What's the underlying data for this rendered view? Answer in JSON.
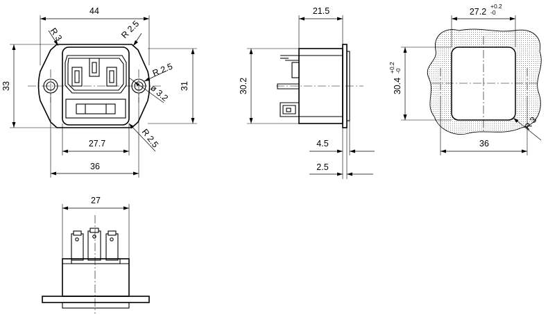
{
  "front_view": {
    "width_overall": "44",
    "height_overall": "33",
    "corner_radius_top_left": "R 3",
    "corner_radius_top_right": "R 2.5",
    "mounting_hole_radius": "R 2.5",
    "mounting_hole_diameter": "ø 3.2",
    "height_right": "31",
    "corner_radius_bottom_right": "R 2.5",
    "inner_width": "27.7",
    "hole_spacing": "36"
  },
  "side_view": {
    "body_depth": "21.5",
    "height": "30.2",
    "flange_offset_a": "4.5",
    "flange_offset_b": "2.5"
  },
  "cutout_view": {
    "width": "27.2",
    "width_tolerance_upper": "+0.2",
    "width_tolerance_lower": "-0",
    "height": "30.4",
    "height_tolerance_upper": "+0.2",
    "height_tolerance_lower": "-0",
    "hole_spacing": "36",
    "corner_radius": "R 3"
  },
  "bottom_view": {
    "width": "27"
  }
}
